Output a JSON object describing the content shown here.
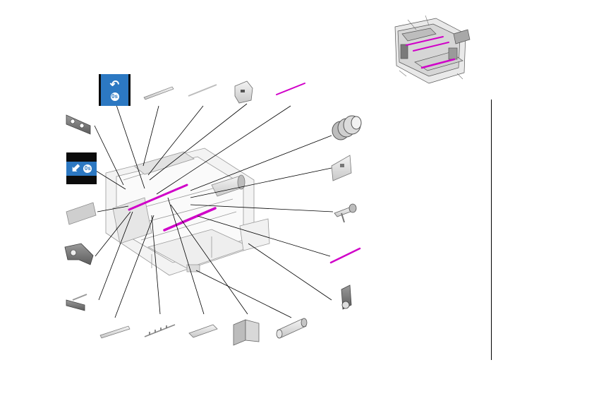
{
  "diagram": {
    "type": "exploded-parts-view",
    "accent_color": "#d000c8",
    "badge_color": "#2c78c2",
    "line_color": "#000000",
    "badges": [
      {
        "icon": "return-arrow-icon",
        "code": "0s"
      },
      {
        "icon": "left-arrow-icon",
        "code": "0s"
      }
    ]
  }
}
